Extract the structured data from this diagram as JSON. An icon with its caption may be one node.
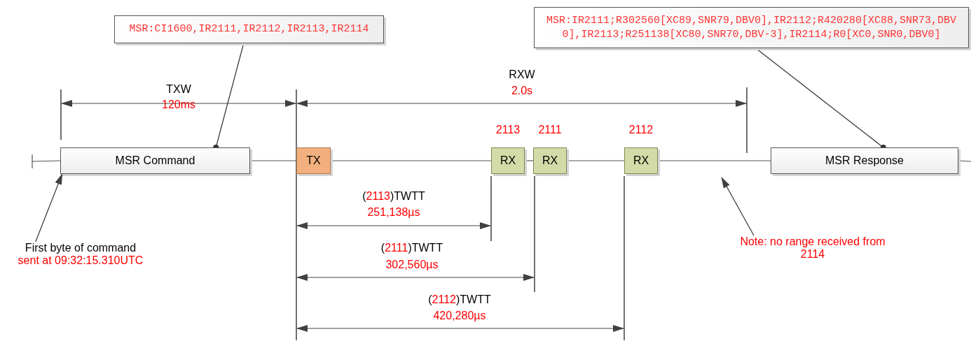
{
  "diagram": {
    "nodes": [
      {
        "text": [
          "MSR:CI1600,IR2111,IR2112,IR2113,IR2114"
        ]
      },
      {
        "text": [
          "MSR:IR2111;R302560[XC89,SNR79,DBV0],IR2112;R420280[XC88,SNR73,DBV0],IR2113;R251138[XC80,SNR70,DBV-3],IR2114;R0[XC0,SNR0,DBV0]"
        ]
      },
      {
        "text": [
          "MSR Command"
        ]
      },
      {
        "text": [
          "TX"
        ]
      },
      {
        "text": [
          "RX"
        ],
        "beside": [
          "2113"
        ]
      },
      {
        "text": [
          "RX"
        ],
        "beside": [
          "2111"
        ]
      },
      {
        "text": [
          "RX"
        ],
        "beside": [
          "2112"
        ]
      },
      {
        "text": [
          "MSR Response"
        ]
      },
      {
        "text": [
          "First byte of command",
          "sent at 09:32:15.310UTC"
        ]
      },
      {
        "text": [
          "Note: no range received from 2114"
        ]
      }
    ],
    "edges": [
      {
        "from": 0,
        "to": 2,
        "arrow": "other"
      },
      {
        "from": 1,
        "to": 7,
        "arrow": "other"
      },
      {
        "from": 8,
        "to": 2,
        "arrow": "to"
      },
      {
        "from": 9,
        "to": null,
        "arrow": "to"
      },
      {
        "from": null,
        "to": 2,
        "arrow": "none"
      },
      {
        "from": 2,
        "to": 3,
        "arrow": "none"
      },
      {
        "from": 3,
        "to": 4,
        "arrow": "none"
      },
      {
        "from": 4,
        "to": 5,
        "arrow": "none"
      },
      {
        "from": 5,
        "to": 6,
        "arrow": "none"
      },
      {
        "from": 6,
        "to": 7,
        "arrow": "none"
      },
      {
        "from": 7,
        "to": null,
        "arrow": "none"
      }
    ],
    "labels": [
      "TXW",
      "120ms",
      "RXW",
      "2.0s",
      "(2113)TWTT",
      "251,138µs",
      "(2111)TWTT",
      "302,560µs",
      "(2112)TWTT",
      "420,280µs"
    ]
  }
}
